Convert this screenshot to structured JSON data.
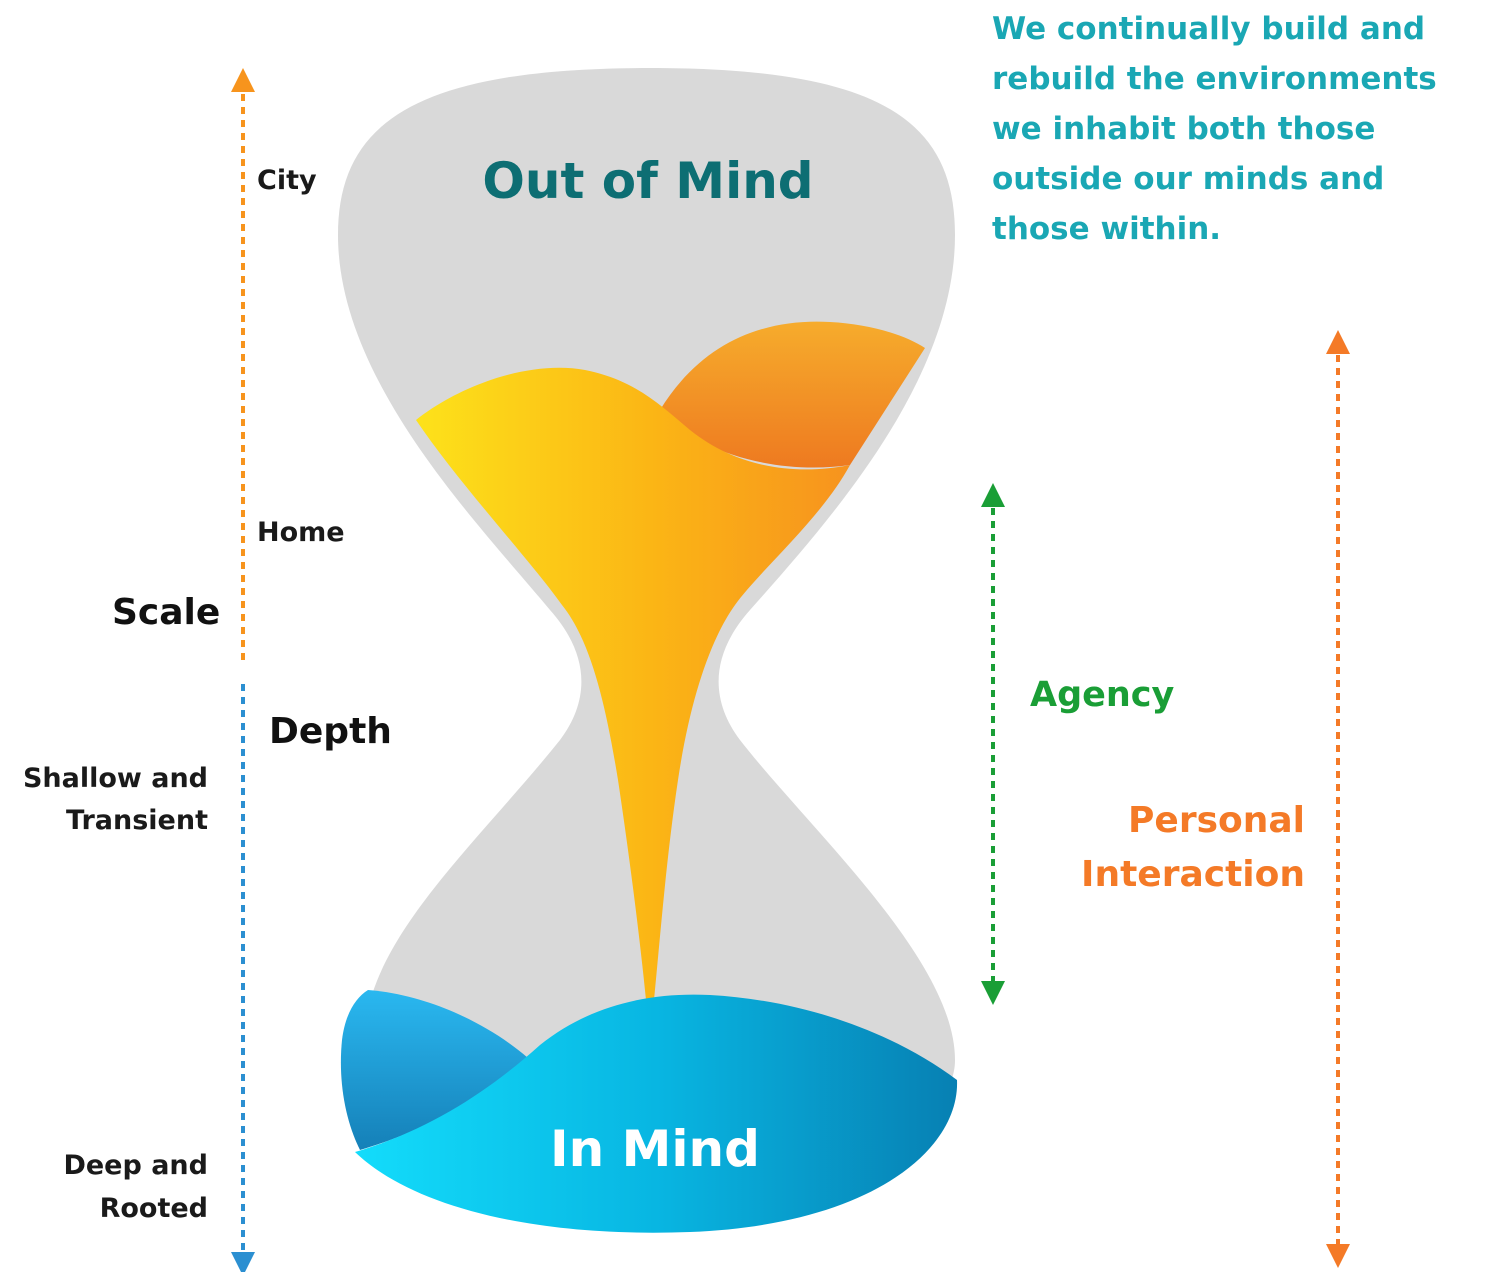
{
  "quote": "We continually build and rebuild the environments we inhabit both those outside our minds and those within.",
  "top_label": "Out of Mind",
  "bottom_label": "In Mind",
  "scale": {
    "title": "Scale",
    "city": "City",
    "home": "Home"
  },
  "depth": {
    "title": "Depth",
    "shallow_line1": "Shallow and",
    "shallow_line2": "Transient",
    "deep_line1": "Deep and",
    "deep_line2": "Rooted"
  },
  "agency": "Agency",
  "personal_line1": "Personal",
  "personal_line2": "Interaction",
  "colors": {
    "hourglass_glass": "#d9d9d9",
    "sand_yellow": "#fbd31c",
    "sand_orange": "#f7931e",
    "water_light": "#13d4f5",
    "water_dark": "#0a86b8",
    "scale_arrow": "#f7941d",
    "depth_arrow": "#2b8fd1",
    "agency_arrow": "#1a9e36",
    "personal_arrow": "#f47a27",
    "quote_text": "#1aa7b4",
    "out_of_mind_text": "#0d6e73"
  }
}
